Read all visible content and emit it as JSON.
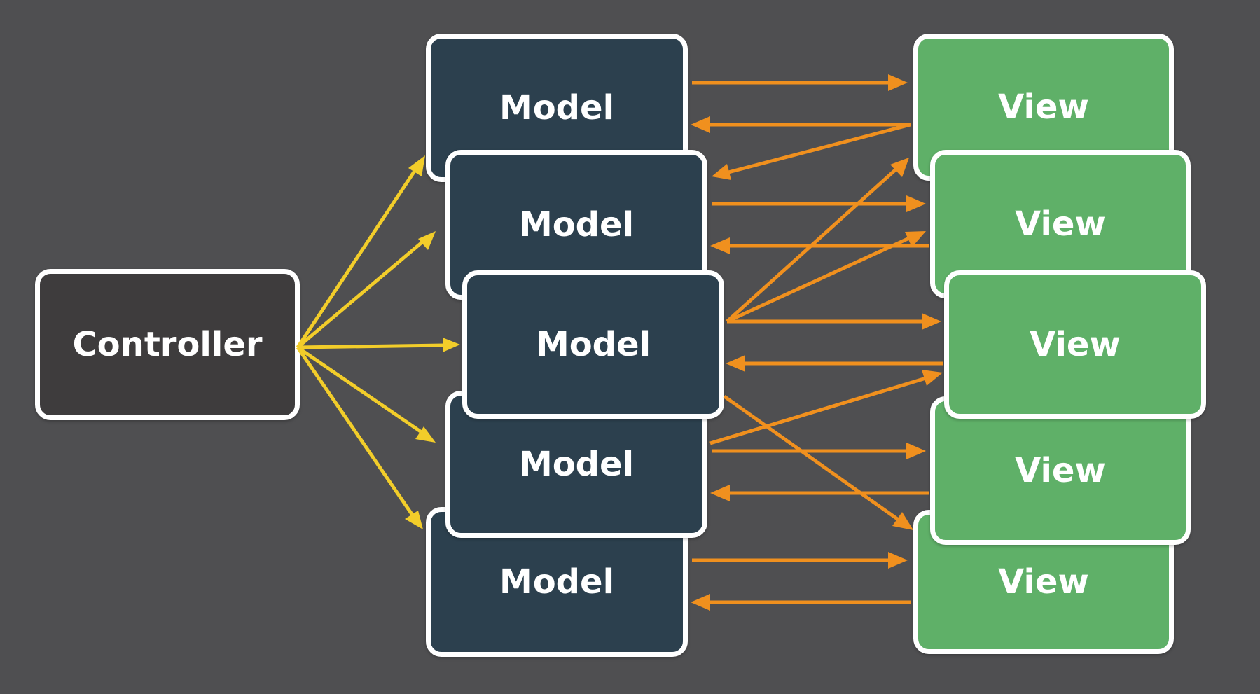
{
  "controller": {
    "label": "Controller"
  },
  "models": [
    {
      "label": "Model"
    },
    {
      "label": "Model"
    },
    {
      "label": "Model"
    },
    {
      "label": "Model"
    },
    {
      "label": "Model"
    }
  ],
  "views": [
    {
      "label": "View"
    },
    {
      "label": "View"
    },
    {
      "label": "View"
    },
    {
      "label": "View"
    },
    {
      "label": "View"
    }
  ],
  "colors": {
    "background": "#4f4f51",
    "controller_fill": "#3e3c3d",
    "model_fill": "#2c404e",
    "view_fill": "#5fb068",
    "border": "#ffffff",
    "controller_arrow": "#f2cd2a",
    "model_view_arrow": "#f0901e"
  }
}
